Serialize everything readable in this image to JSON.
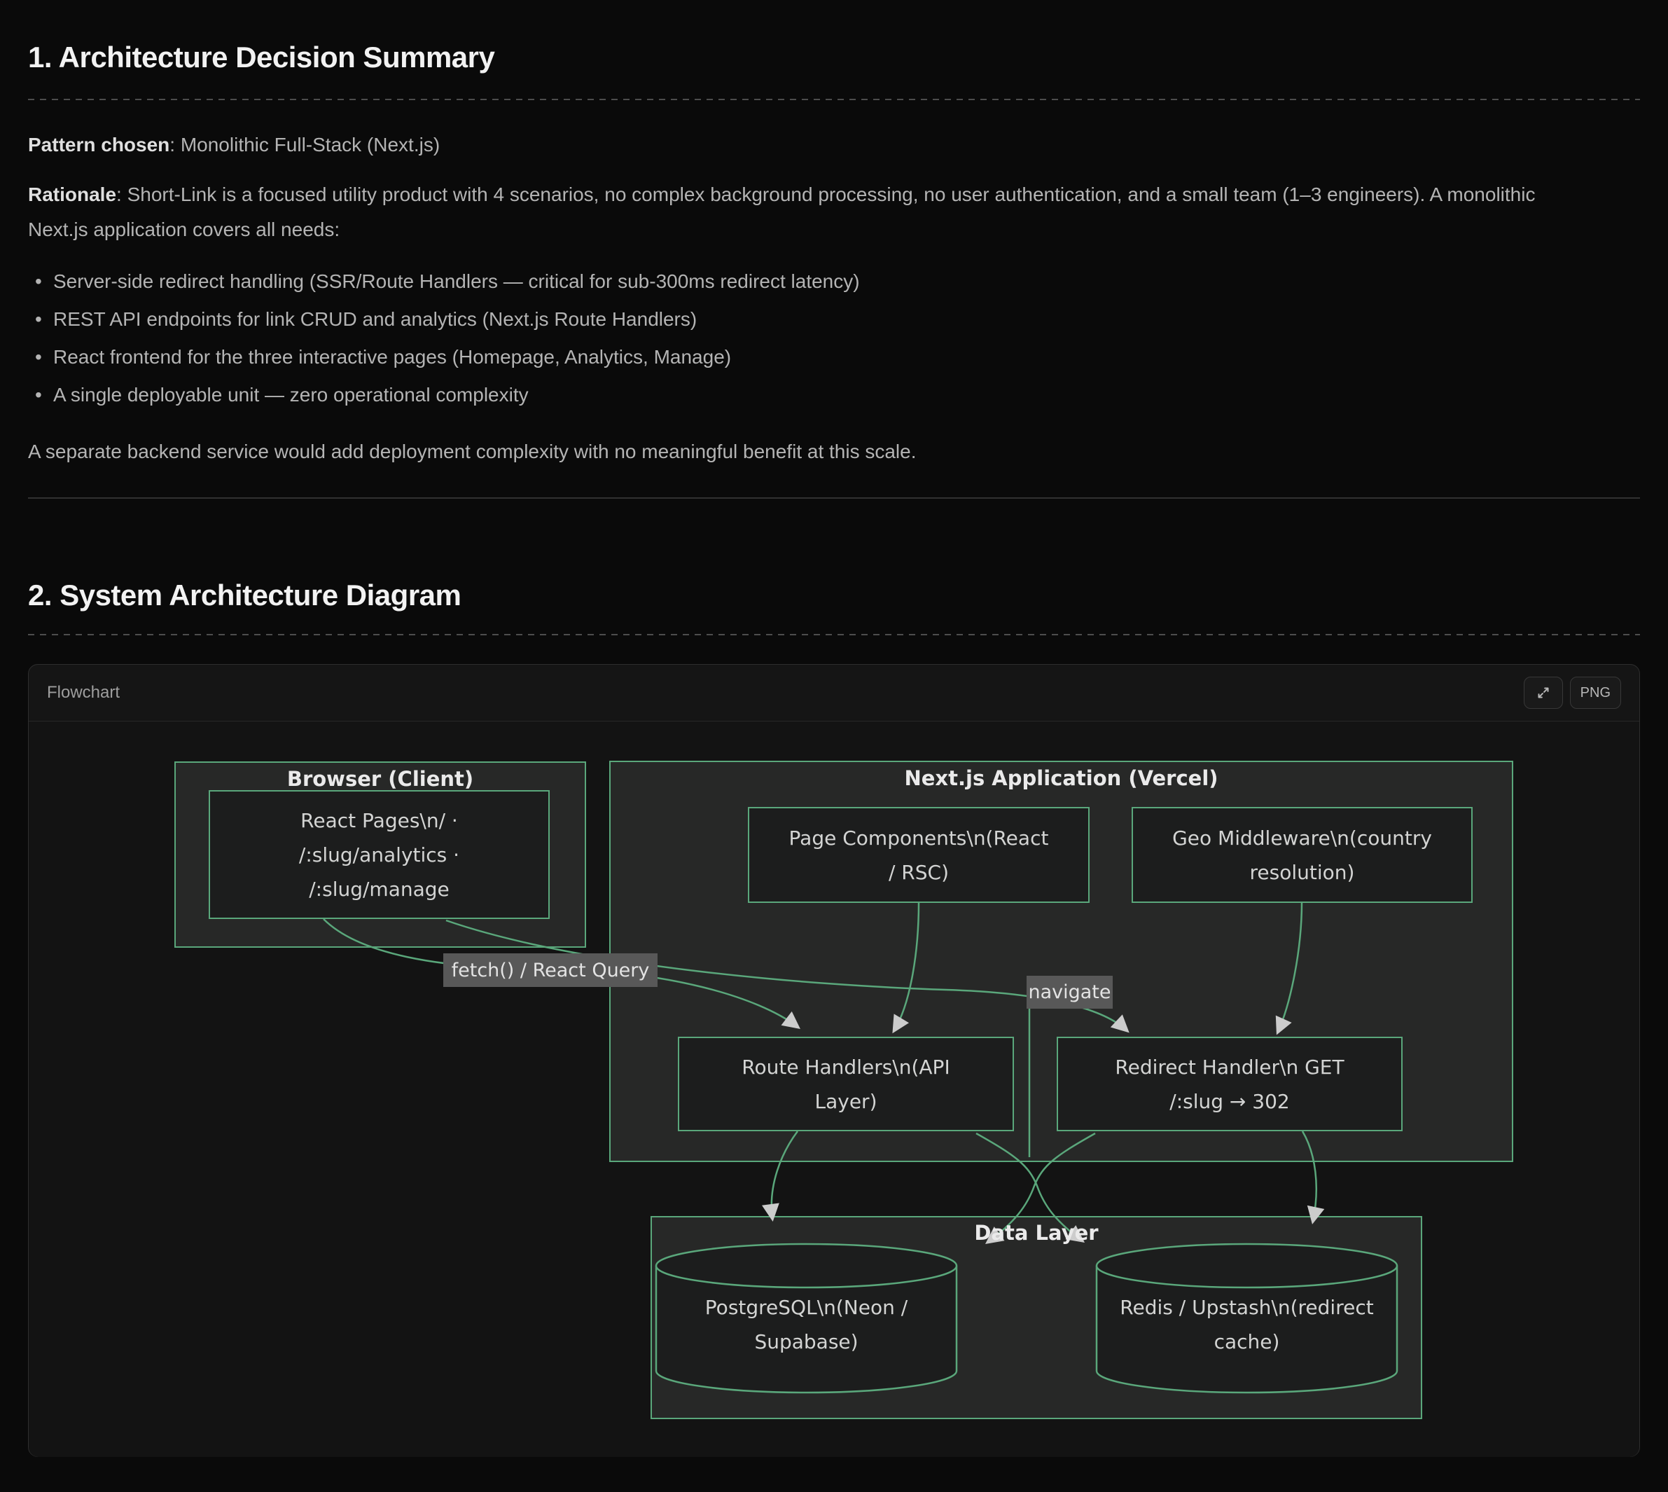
{
  "section1": {
    "heading": "1. Architecture Decision Summary",
    "pattern_label": "Pattern chosen",
    "pattern_rest": ": Monolithic Full-Stack (Next.js)",
    "rationale_label": "Rationale",
    "rationale_line1": ": Short-Link is a focused utility product with 4 scenarios, no complex background processing, no user authentication, and a small team (1–3 engineers). A monolithic",
    "rationale_line2": "Next.js application covers all needs:",
    "bullets": [
      "Server-side redirect handling (SSR/Route Handlers — critical for sub-300ms redirect latency)",
      "REST API endpoints for link CRUD and analytics (Next.js Route Handlers)",
      "React frontend for the three interactive pages (Homepage, Analytics, Manage)",
      "A single deployable unit — zero operational complexity"
    ],
    "closing": "A separate backend service would add deployment complexity with no meaningful benefit at this scale."
  },
  "section2": {
    "heading": "2. System Architecture Diagram"
  },
  "panel": {
    "title": "Flowchart",
    "png_label": "PNG",
    "expand_icon_name": "expand-icon"
  },
  "diagram": {
    "clusters": {
      "browser": {
        "label": "Browser (Client)"
      },
      "nextjs": {
        "label": "Next.js Application (Vercel)"
      },
      "data": {
        "label": "Data Layer"
      }
    },
    "nodes": {
      "react_pages": {
        "lines": [
          "React Pages\\n/ ·",
          "/:slug/analytics ·",
          "/:slug/manage"
        ]
      },
      "page_components": {
        "lines": [
          "Page Components\\n(React",
          "/ RSC)"
        ]
      },
      "geo_middleware": {
        "lines": [
          "Geo Middleware\\n(country",
          "resolution)"
        ]
      },
      "route_handlers": {
        "lines": [
          "Route Handlers\\n(API",
          "Layer)"
        ]
      },
      "redirect_handler": {
        "lines": [
          "Redirect Handler\\n GET",
          "/:slug → 302"
        ]
      },
      "postgres": {
        "lines": [
          "PostgreSQL\\n(Neon /",
          "Supabase)"
        ]
      },
      "redis": {
        "lines": [
          "Redis / Upstash\\n(redirect",
          "cache)"
        ]
      }
    },
    "edge_labels": {
      "fetch": "fetch() / React Query",
      "navigate": "navigate"
    },
    "colors": {
      "edge": "#5aa77b",
      "cluster_fill": "#272827",
      "node_fill": "#1c1d1d",
      "arrow": "#cccccc",
      "edge_label_bg": "#585858"
    }
  }
}
